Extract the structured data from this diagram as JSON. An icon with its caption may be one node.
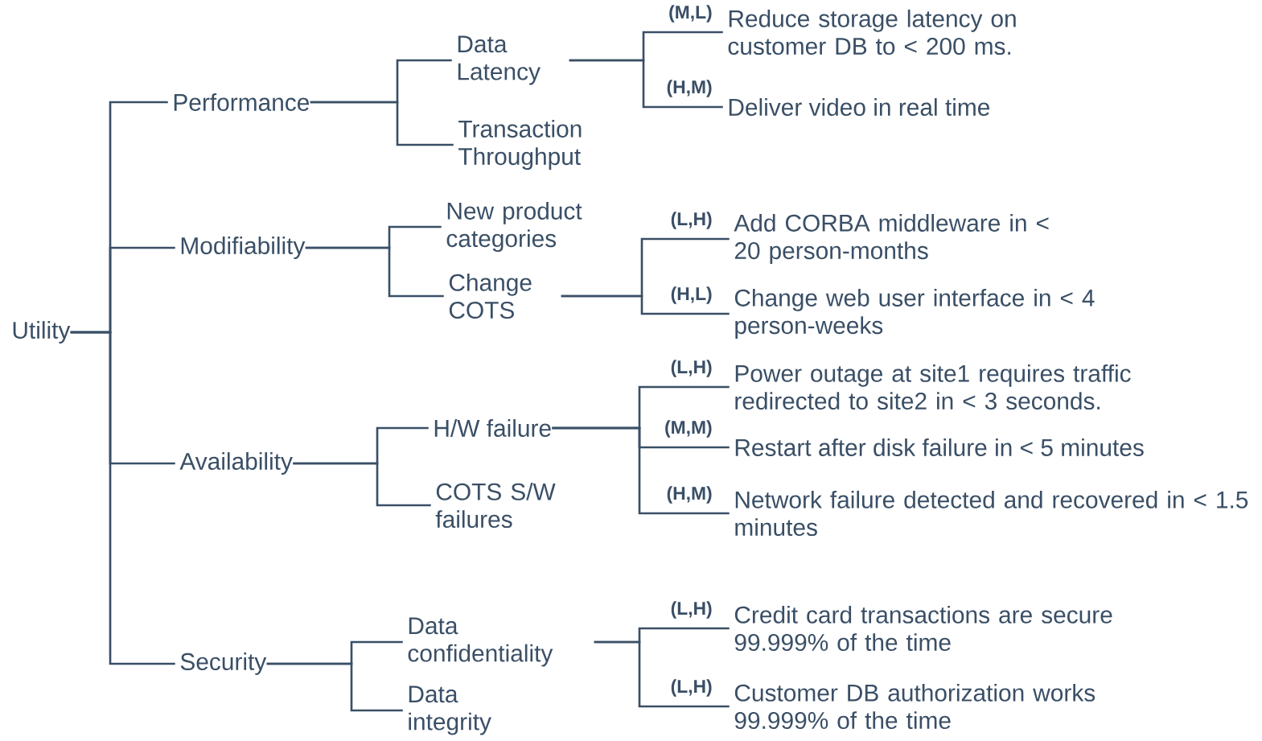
{
  "diagram": {
    "nodes": [
      {
        "text": [
          "Utility"
        ]
      },
      {
        "text": [
          "Performance"
        ]
      },
      {
        "text": [
          "Data Latency"
        ]
      },
      {
        "text": [
          "Transaction Throughput"
        ]
      },
      {
        "text": [
          "Reduce storage latency on customer DB to < 200 ms."
        ],
        "beside": [
          "(M,L)"
        ]
      },
      {
        "text": [
          "Deliver video in real time"
        ],
        "beside": [
          "(H,M)"
        ]
      },
      {
        "text": [
          "Modifiability"
        ]
      },
      {
        "text": [
          "New product categories"
        ]
      },
      {
        "text": [
          "Change COTS"
        ]
      },
      {
        "text": [
          "Add CORBA middleware in < 20 person-months"
        ],
        "beside": [
          "(L,H)"
        ]
      },
      {
        "text": [
          "Change web user interface in < 4 person-weeks"
        ],
        "beside": [
          "(H,L)"
        ]
      },
      {
        "text": [
          "Availability"
        ]
      },
      {
        "text": [
          "H/W failure"
        ]
      },
      {
        "text": [
          "COTS S/W failures"
        ]
      },
      {
        "text": [
          "Power outage at site1 requires traffic redirected to site2 in < 3 seconds."
        ],
        "beside": [
          "(L,H)"
        ]
      },
      {
        "text": [
          "Restart after disk failure in < 5 minutes"
        ],
        "beside": [
          "(M,M)"
        ]
      },
      {
        "text": [
          "Network failure detected and recovered in < 1.5 minutes"
        ],
        "beside": [
          "(H,M)"
        ]
      },
      {
        "text": [
          "Security"
        ]
      },
      {
        "text": [
          "Data confidentiality"
        ]
      },
      {
        "text": [
          "Data integrity"
        ]
      },
      {
        "text": [
          "Credit card transactions are secure 99.999% of the time"
        ],
        "beside": [
          "(L,H)"
        ]
      },
      {
        "text": [
          "Customer DB authorization works 99.999% of the time"
        ],
        "beside": [
          "(L,H)"
        ]
      }
    ],
    "edges": [
      {
        "from": 0,
        "to": 1,
        "arrow": "none"
      },
      {
        "from": 0,
        "to": 6,
        "arrow": "none"
      },
      {
        "from": 0,
        "to": 11,
        "arrow": "none"
      },
      {
        "from": 0,
        "to": 17,
        "arrow": "none"
      },
      {
        "from": 1,
        "to": 2,
        "arrow": "none"
      },
      {
        "from": 1,
        "to": 3,
        "arrow": "none"
      },
      {
        "from": 2,
        "to": 4,
        "arrow": "none"
      },
      {
        "from": 2,
        "to": 5,
        "arrow": "none"
      },
      {
        "from": 6,
        "to": 7,
        "arrow": "none"
      },
      {
        "from": 6,
        "to": 8,
        "arrow": "none"
      },
      {
        "from": 8,
        "to": 9,
        "arrow": "none"
      },
      {
        "from": 8,
        "to": 10,
        "arrow": "none"
      },
      {
        "from": 11,
        "to": 12,
        "arrow": "none"
      },
      {
        "from": 11,
        "to": 13,
        "arrow": "none"
      },
      {
        "from": 12,
        "to": 14,
        "arrow": "none"
      },
      {
        "from": 12,
        "to": 15,
        "arrow": "none"
      },
      {
        "from": 12,
        "to": 16,
        "arrow": "none"
      },
      {
        "from": 17,
        "to": 18,
        "arrow": "none"
      },
      {
        "from": 17,
        "to": 19,
        "arrow": "none"
      },
      {
        "from": 18,
        "to": 20,
        "arrow": "none"
      },
      {
        "from": 18,
        "to": 21,
        "arrow": "none"
      }
    ]
  }
}
